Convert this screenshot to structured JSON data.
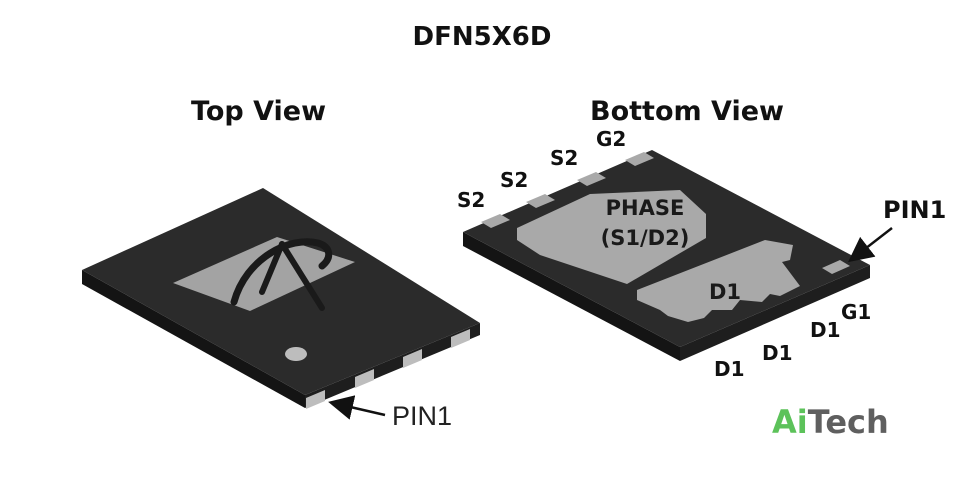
{
  "title": "DFN5X6D",
  "top_view": {
    "label": "Top View",
    "pin1_label": "PIN1"
  },
  "bottom_view": {
    "label": "Bottom View",
    "pin1_label": "PIN1",
    "pins": {
      "s2_a": "S2",
      "s2_b": "S2",
      "s2_c": "S2",
      "g2": "G2",
      "g1": "G1",
      "d1_a": "D1",
      "d1_b": "D1",
      "d1_c": "D1"
    },
    "phase_pad": {
      "line1": "PHASE",
      "line2": "(S1/D2)"
    },
    "d1_pad_label": "D1"
  },
  "brand": {
    "ai": "Ai",
    "tech": "Tech",
    "ai_color": "#5cc25a",
    "tech_color": "#5f5f5f"
  },
  "colors": {
    "package_top": "#2a2a2a",
    "package_side": "#151515",
    "pad": "#a9a9a9"
  }
}
